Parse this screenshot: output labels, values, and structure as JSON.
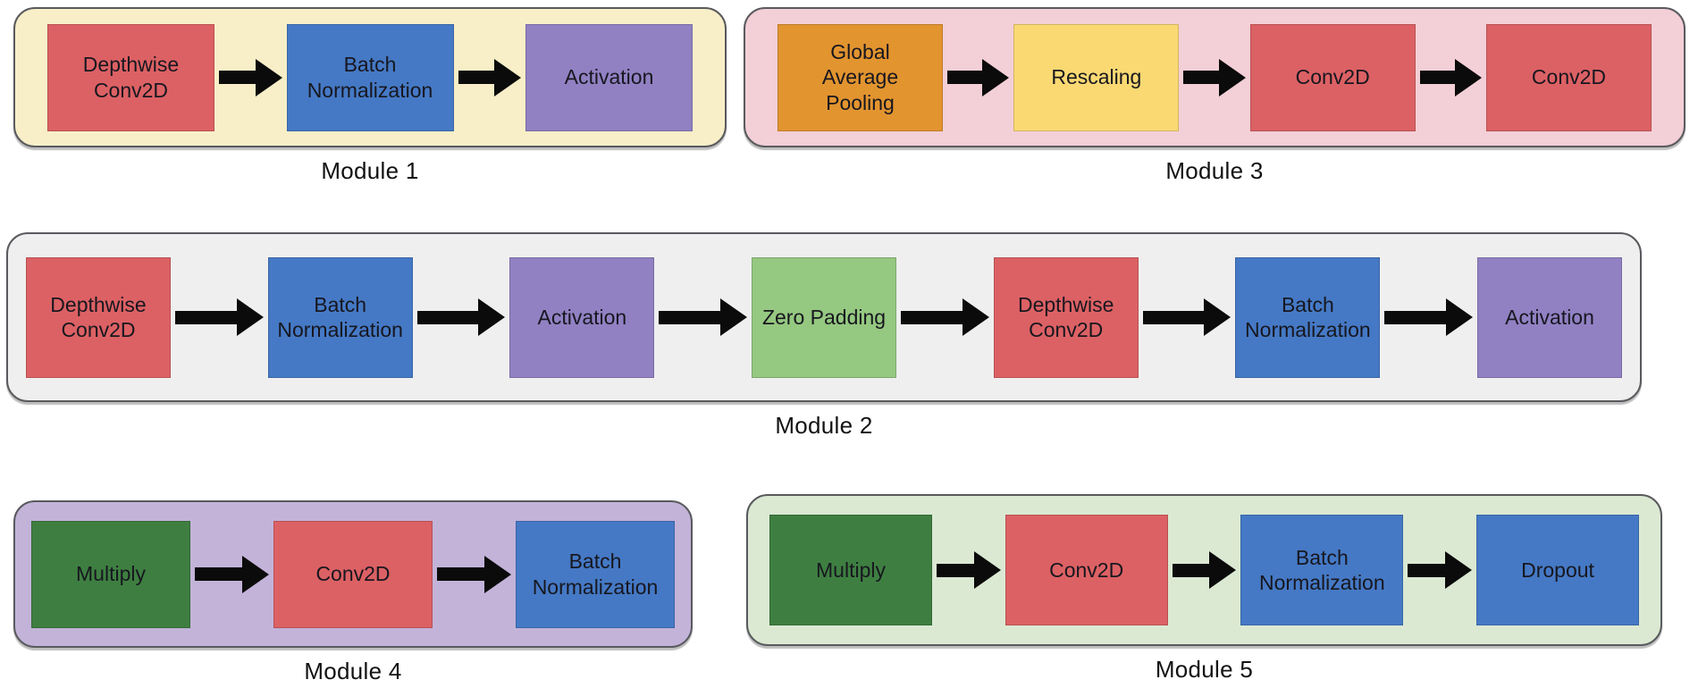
{
  "page": {
    "background": "#ffffff",
    "type": "neural-network-module-flow-diagram"
  },
  "colors": {
    "container_cream": "#f8efc8",
    "container_pink": "#f3cfd7",
    "container_gray": "#efefef",
    "container_lavender": "#c3b3d9",
    "container_green": "#dbe9d3",
    "block_red": "#dc6164",
    "block_blue": "#4579c5",
    "block_purple": "#9181c3",
    "block_orange": "#e2942f",
    "block_yellow": "#fad973",
    "block_light_green": "#95c880",
    "block_dark_green": "#3e7f41",
    "arrow_black": "#0b0b0b",
    "container_border": "#595a5e",
    "block_text": "#17171f",
    "label_text": "#121212"
  },
  "modules": [
    {
      "label": "Module 1",
      "container_color": "container_cream",
      "blocks": [
        {
          "label": "Depthwise Conv2D",
          "color": "block_red"
        },
        {
          "label": "Batch Normalization",
          "color": "block_blue"
        },
        {
          "label": "Activation",
          "color": "block_purple"
        }
      ]
    },
    {
      "label": "Module 3",
      "container_color": "container_pink",
      "blocks": [
        {
          "label": "Global Average Pooling",
          "color": "block_orange"
        },
        {
          "label": "Rescaling",
          "color": "block_yellow"
        },
        {
          "label": "Conv2D",
          "color": "block_red"
        },
        {
          "label": "Conv2D",
          "color": "block_red"
        }
      ]
    },
    {
      "label": "Module 2",
      "container_color": "container_gray",
      "blocks": [
        {
          "label": "Depthwise Conv2D",
          "color": "block_red"
        },
        {
          "label": "Batch Normalization",
          "color": "block_blue"
        },
        {
          "label": "Activation",
          "color": "block_purple"
        },
        {
          "label": "Zero Padding",
          "color": "block_light_green"
        },
        {
          "label": "Depthwise Conv2D",
          "color": "block_red"
        },
        {
          "label": "Batch Normalization",
          "color": "block_blue"
        },
        {
          "label": "Activation",
          "color": "block_purple"
        }
      ]
    },
    {
      "label": "Module 4",
      "container_color": "container_lavender",
      "blocks": [
        {
          "label": "Multiply",
          "color": "block_dark_green"
        },
        {
          "label": "Conv2D",
          "color": "block_red"
        },
        {
          "label": "Batch Normalization",
          "color": "block_blue"
        }
      ]
    },
    {
      "label": "Module 5",
      "container_color": "container_green",
      "blocks": [
        {
          "label": "Multiply",
          "color": "block_dark_green"
        },
        {
          "label": "Conv2D",
          "color": "block_red"
        },
        {
          "label": "Batch Normalization",
          "color": "block_blue"
        },
        {
          "label": "Dropout",
          "color": "block_blue"
        }
      ]
    }
  ]
}
